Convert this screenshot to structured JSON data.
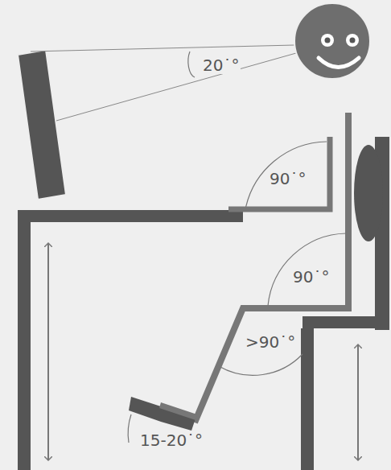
{
  "diagram": {
    "labels": [
      "20˙°",
      "90˙°",
      "90˙°",
      ">90˙°",
      "15-20˙°"
    ]
  }
}
